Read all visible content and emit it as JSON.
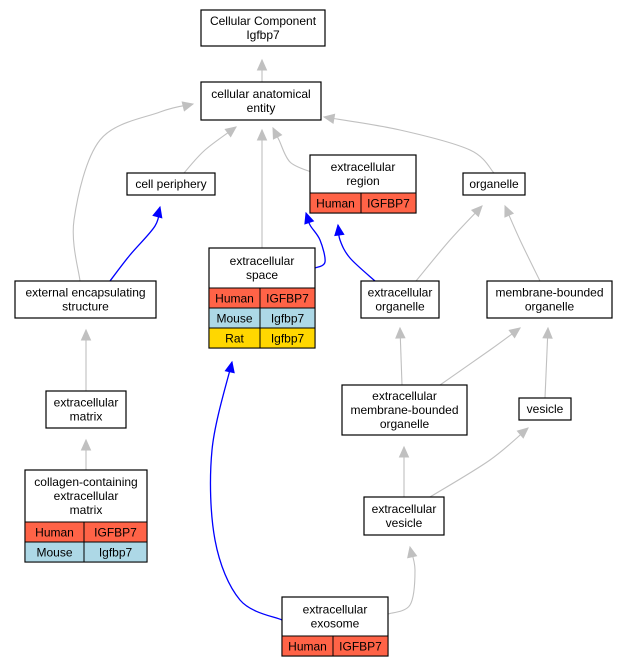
{
  "colors": {
    "Human": "#ff6347",
    "Mouse": "#add8e6",
    "Rat": "#ffd700",
    "is_a_edge": "#c0c0c0",
    "part_of_edge": "#0000ff"
  },
  "nodes": {
    "cellular_component": {
      "lines": [
        "Cellular Component",
        "Igfbp7"
      ]
    },
    "cellular_anatomical_entity": {
      "lines": [
        "cellular anatomical",
        "entity"
      ]
    },
    "cell_periphery": {
      "lines": [
        "cell periphery"
      ]
    },
    "extracellular_region": {
      "lines": [
        "extracellular",
        "region"
      ],
      "annotations": [
        {
          "species": "Human",
          "gene": "IGFBP7"
        }
      ]
    },
    "organelle": {
      "lines": [
        "organelle"
      ]
    },
    "extracellular_space": {
      "lines": [
        "extracellular",
        "space"
      ],
      "annotations": [
        {
          "species": "Human",
          "gene": "IGFBP7"
        },
        {
          "species": "Mouse",
          "gene": "Igfbp7"
        },
        {
          "species": "Rat",
          "gene": "Igfbp7"
        }
      ]
    },
    "external_encapsulating_structure": {
      "lines": [
        "external encapsulating",
        "structure"
      ]
    },
    "extracellular_organelle": {
      "lines": [
        "extracellular",
        "organelle"
      ]
    },
    "membrane_bounded_organelle": {
      "lines": [
        "membrane-bounded",
        "organelle"
      ]
    },
    "extracellular_matrix": {
      "lines": [
        "extracellular",
        "matrix"
      ]
    },
    "extracellular_membrane_bounded_organelle": {
      "lines": [
        "extracellular",
        "membrane-bounded",
        "organelle"
      ]
    },
    "vesicle": {
      "lines": [
        "vesicle"
      ]
    },
    "collagen_containing_extracellular_matrix": {
      "lines": [
        "collagen-containing",
        "extracellular",
        "matrix"
      ],
      "annotations": [
        {
          "species": "Human",
          "gene": "IGFBP7"
        },
        {
          "species": "Mouse",
          "gene": "Igfbp7"
        }
      ]
    },
    "extracellular_vesicle": {
      "lines": [
        "extracellular",
        "vesicle"
      ]
    },
    "extracellular_exosome": {
      "lines": [
        "extracellular",
        "exosome"
      ],
      "annotations": [
        {
          "species": "Human",
          "gene": "IGFBP7"
        }
      ]
    }
  },
  "edges": [
    {
      "from": "cellular_anatomical_entity",
      "to": "cellular_component",
      "type": "is_a"
    },
    {
      "from": "cell_periphery",
      "to": "cellular_anatomical_entity",
      "type": "is_a"
    },
    {
      "from": "extracellular_region",
      "to": "cellular_anatomical_entity",
      "type": "is_a"
    },
    {
      "from": "organelle",
      "to": "cellular_anatomical_entity",
      "type": "is_a"
    },
    {
      "from": "extracellular_space",
      "to": "cellular_anatomical_entity",
      "type": "is_a"
    },
    {
      "from": "external_encapsulating_structure",
      "to": "cellular_anatomical_entity",
      "type": "is_a"
    },
    {
      "from": "external_encapsulating_structure",
      "to": "cell_periphery",
      "type": "part_of"
    },
    {
      "from": "extracellular_space",
      "to": "extracellular_region",
      "type": "part_of"
    },
    {
      "from": "extracellular_organelle",
      "to": "extracellular_region",
      "type": "part_of"
    },
    {
      "from": "extracellular_organelle",
      "to": "organelle",
      "type": "is_a"
    },
    {
      "from": "membrane_bounded_organelle",
      "to": "organelle",
      "type": "is_a"
    },
    {
      "from": "extracellular_matrix",
      "to": "external_encapsulating_structure",
      "type": "is_a"
    },
    {
      "from": "collagen_containing_extracellular_matrix",
      "to": "extracellular_matrix",
      "type": "is_a"
    },
    {
      "from": "extracellular_membrane_bounded_organelle",
      "to": "extracellular_organelle",
      "type": "is_a"
    },
    {
      "from": "extracellular_membrane_bounded_organelle",
      "to": "membrane_bounded_organelle",
      "type": "is_a"
    },
    {
      "from": "vesicle",
      "to": "membrane_bounded_organelle",
      "type": "is_a"
    },
    {
      "from": "extracellular_vesicle",
      "to": "extracellular_membrane_bounded_organelle",
      "type": "is_a"
    },
    {
      "from": "extracellular_vesicle",
      "to": "vesicle",
      "type": "is_a"
    },
    {
      "from": "extracellular_exosome",
      "to": "extracellular_vesicle",
      "type": "is_a"
    },
    {
      "from": "extracellular_exosome",
      "to": "extracellular_space",
      "type": "part_of"
    }
  ]
}
